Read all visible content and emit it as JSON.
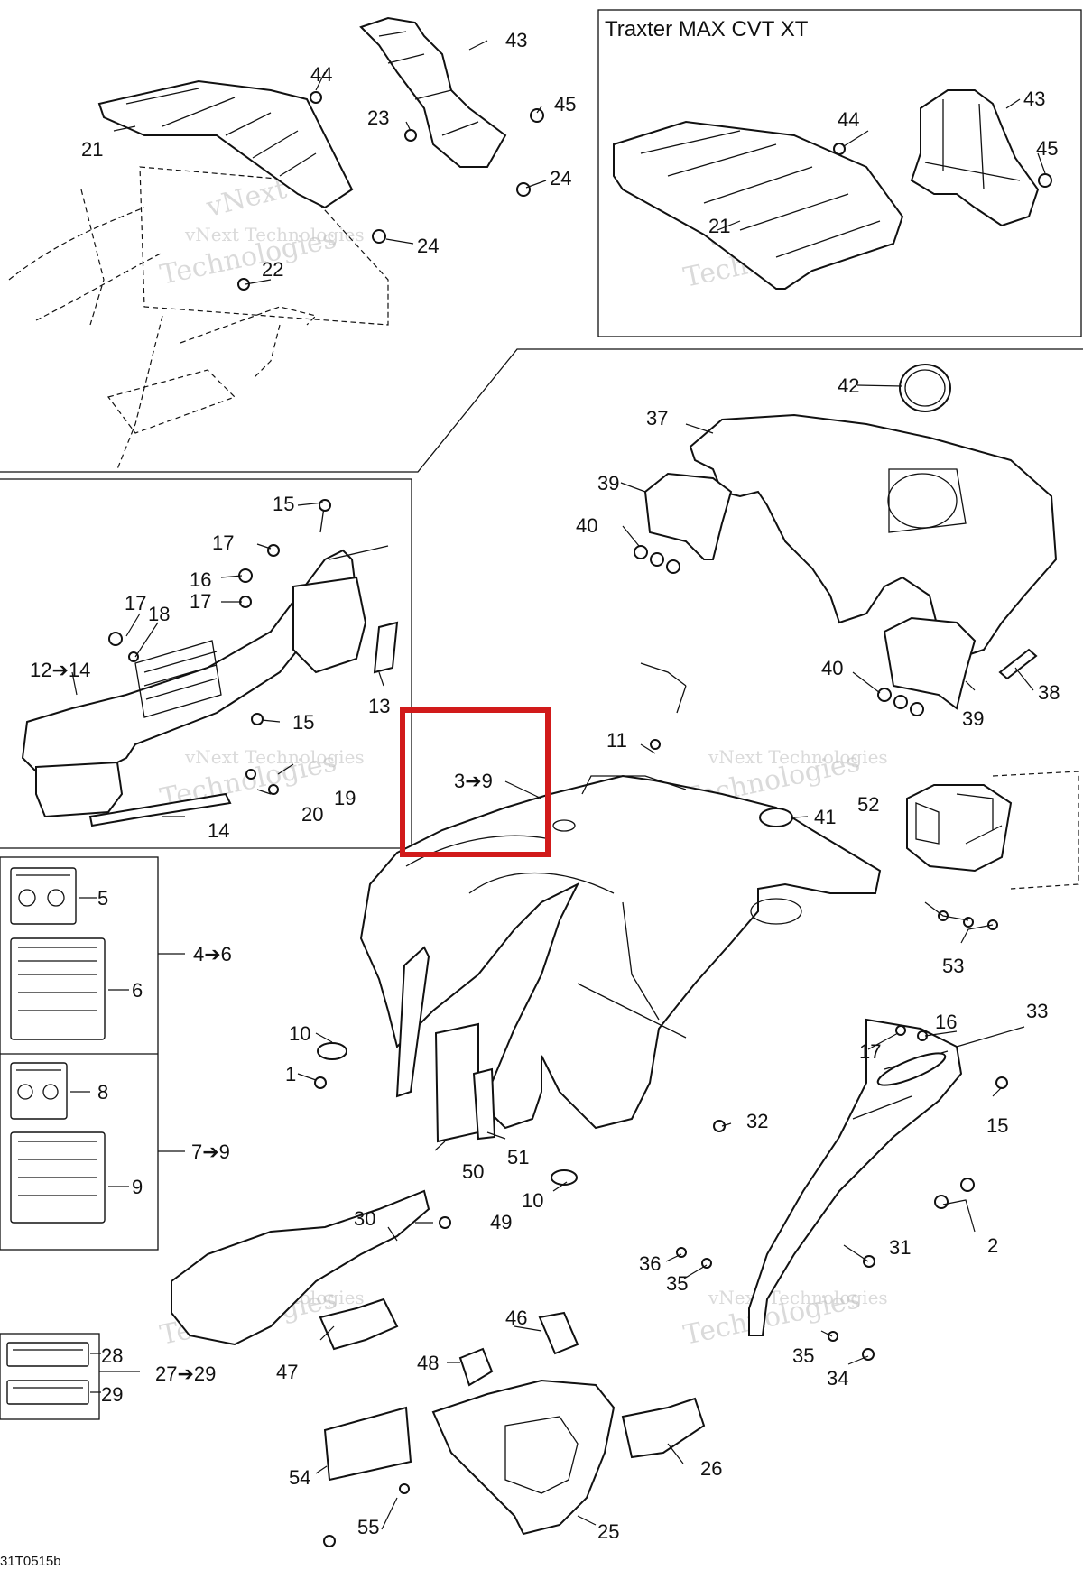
{
  "inset_title": "Traxter MAX CVT XT",
  "highlight_label": "3➔9",
  "diagram_code": "31T0515b",
  "watermark": [
    "vNext Technologies",
    "Technologies",
    "vNext"
  ],
  "highlight_color": "#d11a1a",
  "callouts": {
    "c43a": "43",
    "c44a": "44",
    "c45a": "45",
    "c23": "23",
    "c21a": "21",
    "c24a": "24",
    "c24b": "24",
    "c22": "22",
    "c44b": "44",
    "c43b": "43",
    "c45b": "45",
    "c21b": "21",
    "c42": "42",
    "c37": "37",
    "c39a": "39",
    "c40a": "40",
    "c40b": "40",
    "c39b": "39",
    "c38": "38",
    "c15a": "15",
    "c17a": "17",
    "c16a": "16",
    "c17b": "17",
    "c17c": "17",
    "c18": "18",
    "c12": "12➔14",
    "c15b": "15",
    "c13": "13",
    "c19": "19",
    "c20": "20",
    "c14": "14",
    "c11": "11",
    "c41": "41",
    "c52": "52",
    "c53": "53",
    "c5": "5",
    "c46g": "4➔6",
    "c6": "6",
    "c8": "8",
    "c79g": "7➔9",
    "c9": "9",
    "c10a": "10",
    "c1": "1",
    "c50": "50",
    "c51": "51",
    "c10b": "10",
    "c32": "32",
    "c33": "33",
    "c16b": "16",
    "c17d": "17",
    "c15c": "15",
    "c2": "2",
    "c30": "30",
    "c49": "49",
    "c36": "36",
    "c35a": "35",
    "c31": "31",
    "c28": "28",
    "c2729g": "27➔29",
    "c29": "29",
    "c47": "47",
    "c46": "46",
    "c48": "48",
    "c35b": "35",
    "c34": "34",
    "c54": "54",
    "c26": "26",
    "c55": "55",
    "c25": "25"
  }
}
